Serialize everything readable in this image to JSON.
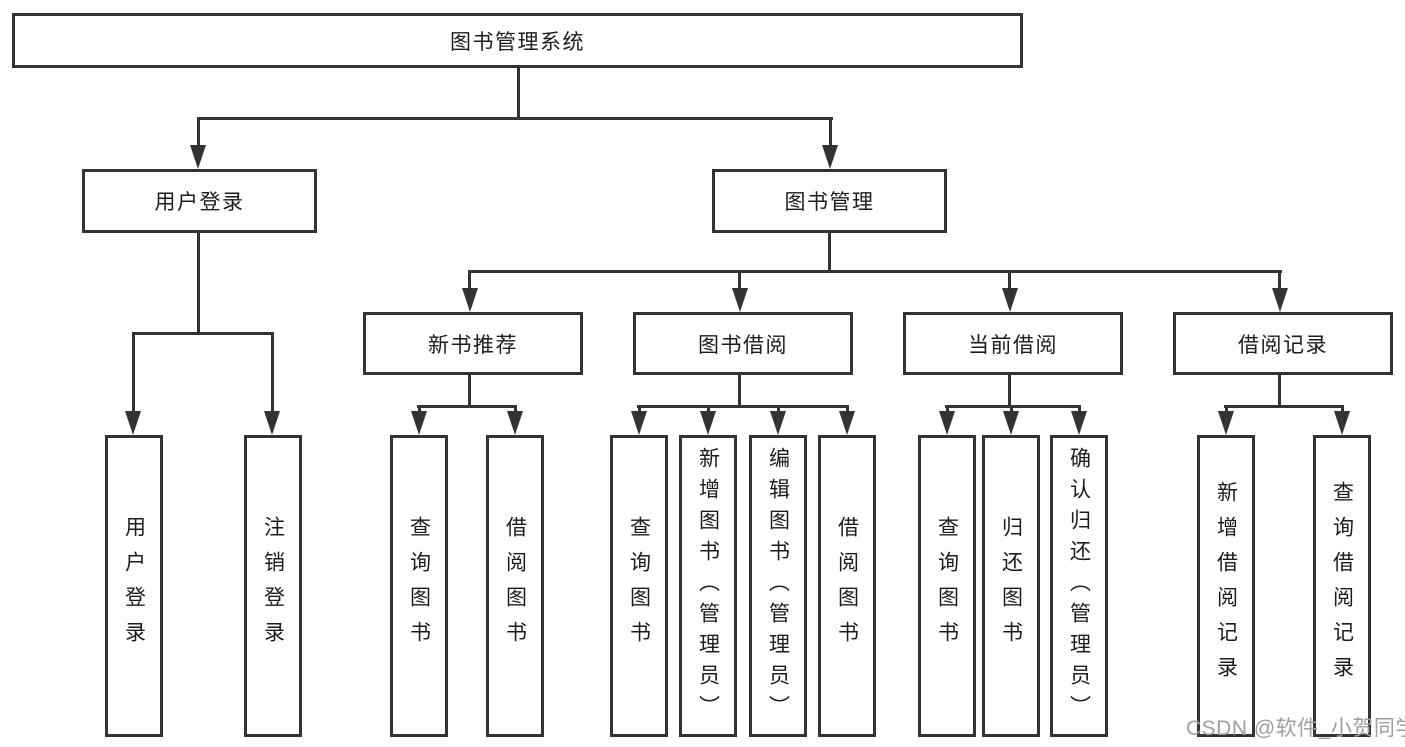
{
  "tree": {
    "label": "图书管理系统",
    "children": [
      {
        "label": "用户登录",
        "children": [
          {
            "label": "用户登录"
          },
          {
            "label": "注销登录"
          }
        ]
      },
      {
        "label": "图书管理",
        "children": [
          {
            "label": "新书推荐",
            "children": [
              {
                "label": "查询图书"
              },
              {
                "label": "借阅图书"
              }
            ]
          },
          {
            "label": "图书借阅",
            "children": [
              {
                "label": "查询图书"
              },
              {
                "label": "新增图书（管理员）"
              },
              {
                "label": "编辑图书（管理员）"
              },
              {
                "label": "借阅图书"
              }
            ]
          },
          {
            "label": "当前借阅",
            "children": [
              {
                "label": "查询图书"
              },
              {
                "label": "归还图书"
              },
              {
                "label": "确认归还（管理员）"
              }
            ]
          },
          {
            "label": "借阅记录",
            "children": [
              {
                "label": "新增借阅记录"
              },
              {
                "label": "查询借阅记录"
              }
            ]
          }
        ]
      }
    ]
  },
  "watermark": {
    "text": "CSDN @软件_小贺同学",
    "color": "#9f9f9f"
  },
  "colors": {
    "line": "#333333",
    "box_border": "#333333",
    "text": "#1c1c1e",
    "background": "#ffffff"
  }
}
